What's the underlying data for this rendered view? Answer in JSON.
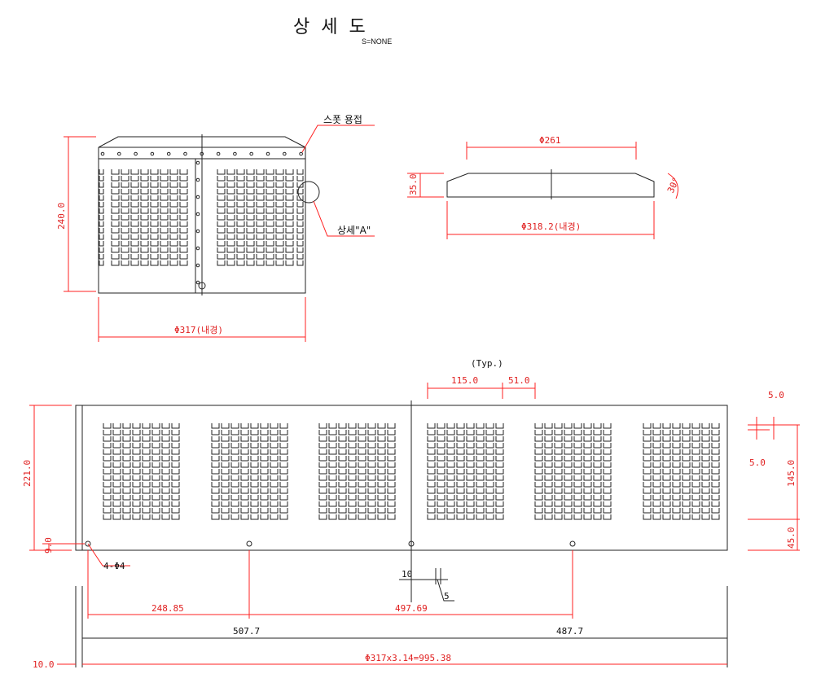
{
  "title": {
    "text": "상세도",
    "scale": "S=NONE"
  },
  "side_view": {
    "spot_weld_label": "스폿 용접",
    "detail_label": "상세\"A\"",
    "height_dim": "240.0",
    "diameter_dim": "Φ317(내경)"
  },
  "cap_view": {
    "top_diameter": "Φ261",
    "height_dim": "35.0",
    "angle_dim": "30°",
    "inner_diameter": "Φ318.2(내경)"
  },
  "flat_pattern": {
    "typ_label": "(Typ.)",
    "slot_pitch": "115.0",
    "slot_gap": "51.0",
    "height_dim": "221.0",
    "hole_offset": "9.0",
    "hole_label": "4-Φ4",
    "seam_10": "10",
    "seam_5": "5",
    "hole_spacing_1": "248.85",
    "hole_spacing_2": "497.69",
    "segment_1": "507.7",
    "segment_2": "487.7",
    "total_length": "Φ317x3.14=995.38",
    "overlap": "10.0"
  },
  "detail_dims": {
    "slot_width": "5.0",
    "slot_height": "5.0",
    "slot_region": "145.0",
    "bottom_margin": "45.0"
  }
}
